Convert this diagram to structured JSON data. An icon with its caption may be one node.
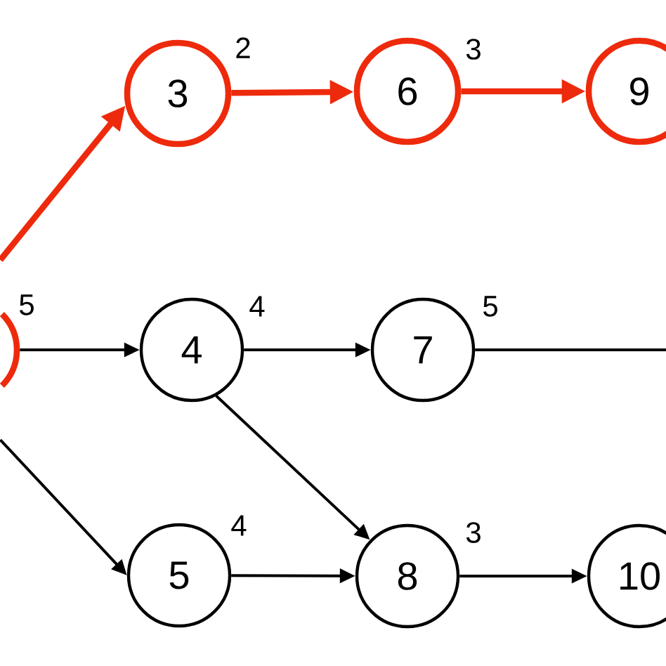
{
  "diagram": {
    "nodes": [
      {
        "text": [
          "3"
        ],
        "beside": [
          "2"
        ]
      },
      {
        "text": [
          "6"
        ],
        "beside": [
          "3"
        ]
      },
      {
        "text": [
          "9"
        ]
      },
      {
        "text": [],
        "shape": "circle",
        "beside": [
          "5"
        ]
      },
      {
        "text": [
          "4"
        ],
        "beside": [
          "4"
        ]
      },
      {
        "text": [
          "7"
        ],
        "beside": [
          "5"
        ]
      },
      {
        "text": [
          "5"
        ],
        "beside": [
          "4"
        ]
      },
      {
        "text": [
          "8"
        ],
        "beside": [
          "3"
        ]
      },
      {
        "text": [
          "10"
        ]
      }
    ],
    "edges": [
      {
        "from": 3,
        "to": 0,
        "arrow": "to",
        "style": "thick",
        "color": "#ee2a0c"
      },
      {
        "from": 0,
        "to": 1,
        "arrow": "to",
        "style": "thick",
        "color": "#ee2a0c"
      },
      {
        "from": 1,
        "to": 2,
        "arrow": "to",
        "style": "thick",
        "color": "#ee2a0c"
      },
      {
        "from": 3,
        "to": 4,
        "arrow": "to"
      },
      {
        "from": 4,
        "to": 5,
        "arrow": "to"
      },
      {
        "from": 5,
        "to": null,
        "arrow": "none"
      },
      {
        "from": 3,
        "to": 6,
        "arrow": "to"
      },
      {
        "from": 4,
        "to": 7,
        "arrow": "to"
      },
      {
        "from": 6,
        "to": 7,
        "arrow": "to"
      },
      {
        "from": 7,
        "to": 8,
        "arrow": "to"
      }
    ]
  }
}
